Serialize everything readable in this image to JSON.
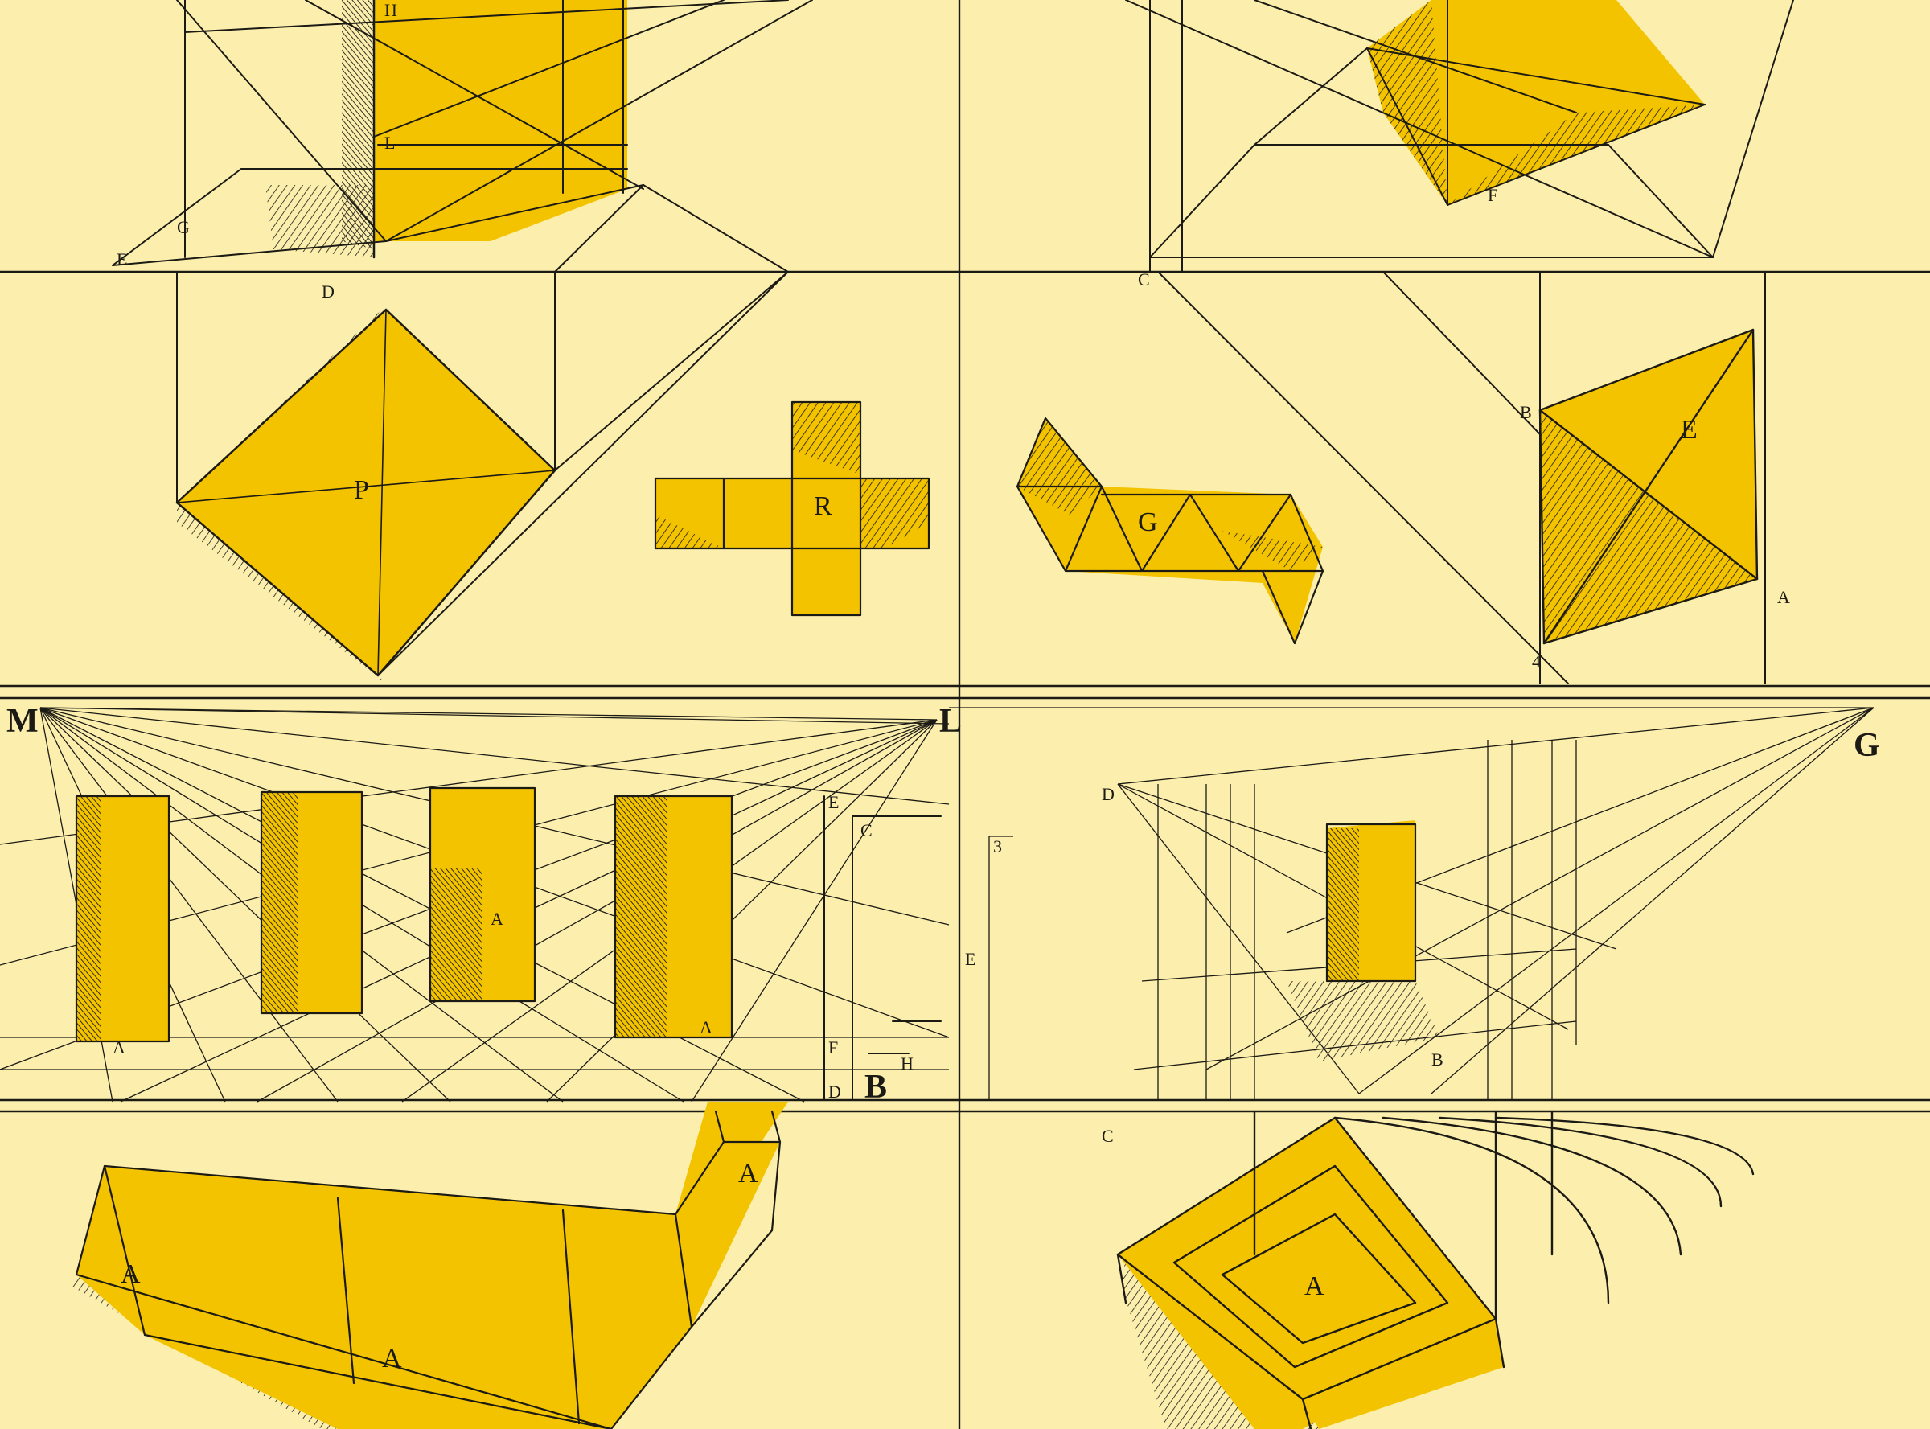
{
  "colors": {
    "paper": "#fcefae",
    "ochre": "#f3c300",
    "ink": "#1c1a14"
  },
  "panels": {
    "top_left": {
      "labels": [
        "H",
        "L",
        "G",
        "E",
        "D",
        "P"
      ]
    },
    "net_cross": {
      "label": "R"
    },
    "net_strip": {
      "label": "G"
    },
    "top_right": {
      "labels": [
        "C",
        "F",
        "B",
        "E",
        "A",
        "4"
      ]
    },
    "bottom_left": {
      "corner_left": "M",
      "corner_right": "L",
      "block_label": "A",
      "side_labels": [
        "E",
        "C",
        "F",
        "D",
        "B",
        "H"
      ]
    },
    "bottom_right": {
      "corner_right": "G",
      "side_labels": [
        "D",
        "E",
        "C",
        "3"
      ],
      "block_label": "A",
      "ground_label": "B"
    }
  }
}
